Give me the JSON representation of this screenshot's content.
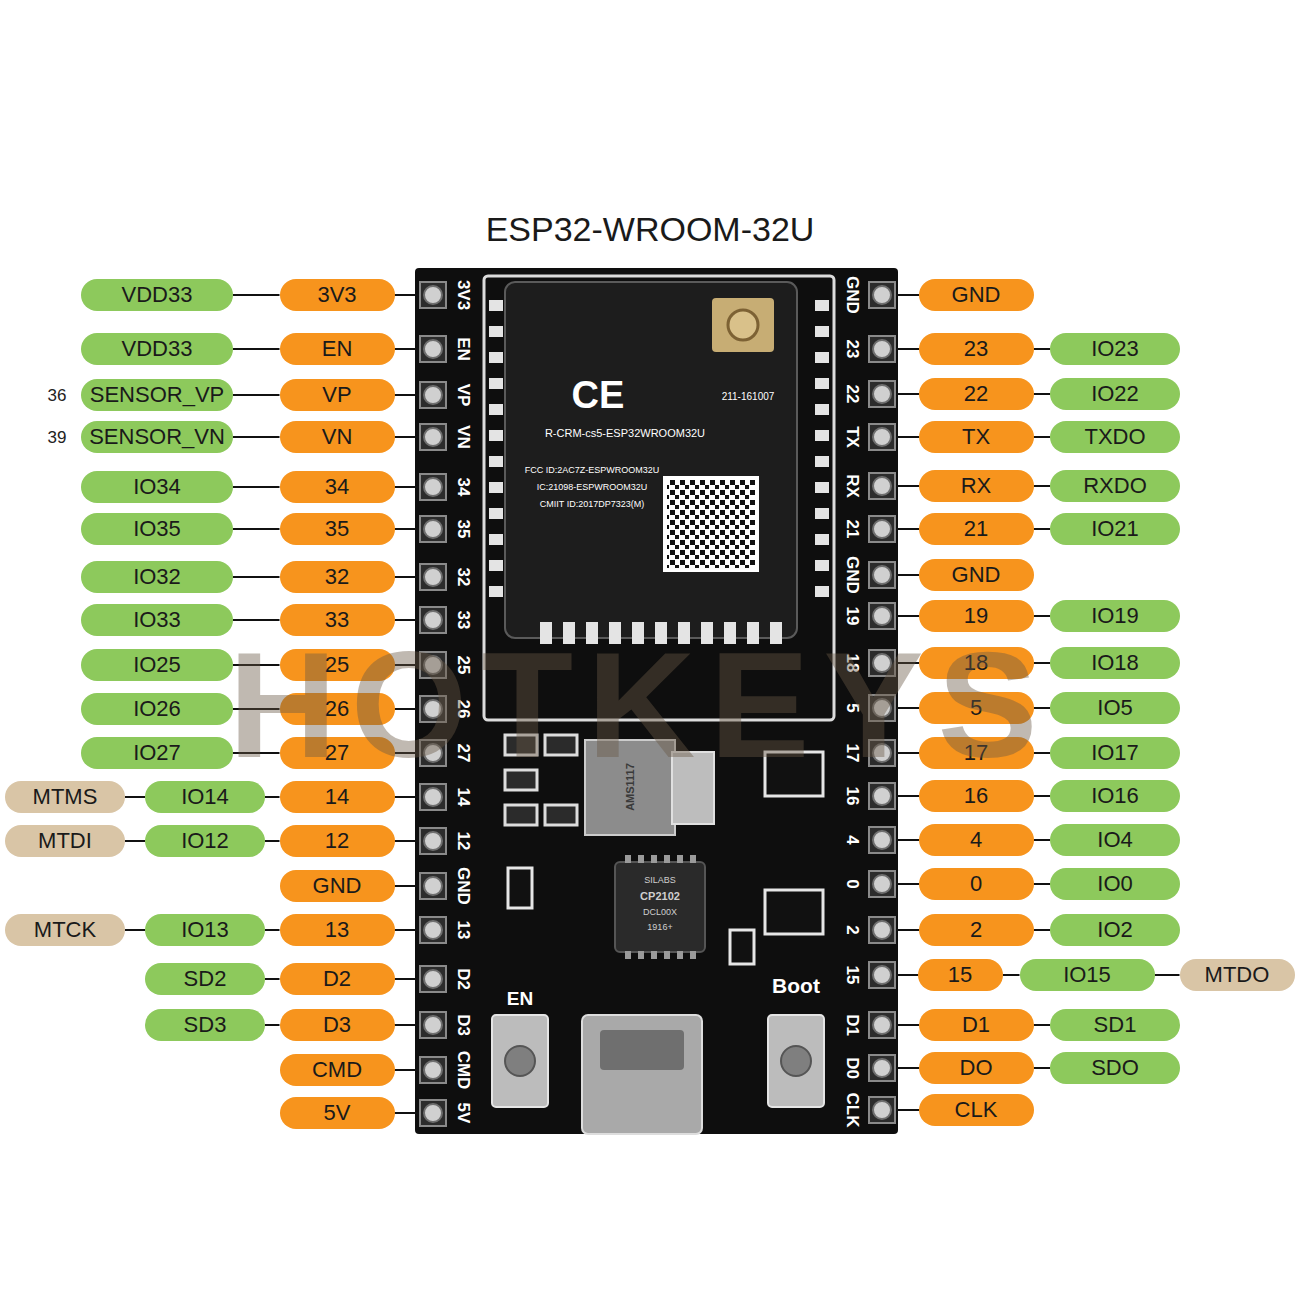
{
  "diagram": {
    "title": "ESP32-WROOM-32U",
    "nodes": [
      {
        "text": [
          "VDD33"
        ]
      },
      {
        "text": [
          "3V3"
        ]
      },
      {
        "text": [
          "VDD33"
        ]
      },
      {
        "text": [
          "EN"
        ]
      },
      {
        "text": [
          "SENSOR_VP"
        ]
      },
      {
        "text": [
          "VP"
        ]
      },
      {
        "text": [
          "SENSOR_VN"
        ]
      },
      {
        "text": [
          "VN"
        ]
      },
      {
        "text": [
          "IO34"
        ]
      },
      {
        "text": [
          "34"
        ]
      },
      {
        "text": [
          "IO35"
        ]
      },
      {
        "text": [
          "35"
        ]
      },
      {
        "text": [
          "IO32"
        ]
      },
      {
        "text": [
          "32"
        ]
      },
      {
        "text": [
          "IO33"
        ]
      },
      {
        "text": [
          "33"
        ]
      },
      {
        "text": [
          "IO25"
        ]
      },
      {
        "text": [
          "25"
        ]
      },
      {
        "text": [
          "IO26"
        ]
      },
      {
        "text": [
          "26"
        ]
      },
      {
        "text": [
          "IO27"
        ]
      },
      {
        "text": [
          "27"
        ]
      },
      {
        "text": [
          "MTMS"
        ]
      },
      {
        "text": [
          "IO14"
        ]
      },
      {
        "text": [
          "14"
        ]
      },
      {
        "text": [
          "MTDI"
        ]
      },
      {
        "text": [
          "IO12"
        ]
      },
      {
        "text": [
          "12"
        ]
      },
      {
        "text": [
          "GND"
        ]
      },
      {
        "text": [
          "MTCK"
        ]
      },
      {
        "text": [
          "IO13"
        ]
      },
      {
        "text": [
          "13"
        ]
      },
      {
        "text": [
          "SD2"
        ]
      },
      {
        "text": [
          "D2"
        ]
      },
      {
        "text": [
          "SD3"
        ]
      },
      {
        "text": [
          "D3"
        ]
      },
      {
        "text": [
          "CMD"
        ]
      },
      {
        "text": [
          "5V"
        ]
      },
      {
        "text": [
          "GND"
        ]
      },
      {
        "text": [
          "23"
        ]
      },
      {
        "text": [
          "IO23"
        ]
      },
      {
        "text": [
          "22"
        ]
      },
      {
        "text": [
          "IO22"
        ]
      },
      {
        "text": [
          "TX"
        ]
      },
      {
        "text": [
          "TXDO"
        ]
      },
      {
        "text": [
          "RX"
        ]
      },
      {
        "text": [
          "RXDO"
        ]
      },
      {
        "text": [
          "21"
        ]
      },
      {
        "text": [
          "IO21"
        ]
      },
      {
        "text": [
          "GND"
        ]
      },
      {
        "text": [
          "19"
        ]
      },
      {
        "text": [
          "IO19"
        ]
      },
      {
        "text": [
          "18"
        ]
      },
      {
        "text": [
          "IO18"
        ]
      },
      {
        "text": [
          "5"
        ]
      },
      {
        "text": [
          "IO5"
        ]
      },
      {
        "text": [
          "17"
        ]
      },
      {
        "text": [
          "IO17"
        ]
      },
      {
        "text": [
          "16"
        ]
      },
      {
        "text": [
          "IO16"
        ]
      },
      {
        "text": [
          "4"
        ]
      },
      {
        "text": [
          "IO4"
        ]
      },
      {
        "text": [
          "0"
        ]
      },
      {
        "text": [
          "IO0"
        ]
      },
      {
        "text": [
          "2"
        ]
      },
      {
        "text": [
          "IO2"
        ]
      },
      {
        "text": [
          "15"
        ]
      },
      {
        "text": [
          "IO15"
        ]
      },
      {
        "text": [
          "MTDO"
        ]
      },
      {
        "text": [
          "D1"
        ]
      },
      {
        "text": [
          "SD1"
        ]
      },
      {
        "text": [
          "DO"
        ]
      },
      {
        "text": [
          "SDO"
        ]
      },
      {
        "text": [
          "CLK"
        ]
      }
    ],
    "edges": [
      {
        "from": 0,
        "to": 1,
        "arrow": "none"
      },
      {
        "from": 2,
        "to": 3,
        "arrow": "none"
      },
      {
        "from": 4,
        "to": 5,
        "arrow": "none"
      },
      {
        "from": 6,
        "to": 7,
        "arrow": "none"
      },
      {
        "from": 8,
        "to": 9,
        "arrow": "none"
      },
      {
        "from": 10,
        "to": 11,
        "arrow": "none"
      },
      {
        "from": 12,
        "to": 13,
        "arrow": "none"
      },
      {
        "from": 14,
        "to": 15,
        "arrow": "none"
      },
      {
        "from": 16,
        "to": 17,
        "arrow": "none"
      },
      {
        "from": 18,
        "to": 19,
        "arrow": "none"
      },
      {
        "from": 20,
        "to": 21,
        "arrow": "none"
      },
      {
        "from": 22,
        "to": 23,
        "arrow": "none"
      },
      {
        "from": 23,
        "to": 24,
        "arrow": "none"
      },
      {
        "from": 25,
        "to": 26,
        "arrow": "none"
      },
      {
        "from": 26,
        "to": 27,
        "arrow": "none"
      },
      {
        "from": 29,
        "to": 30,
        "arrow": "none"
      },
      {
        "from": 30,
        "to": 31,
        "arrow": "none"
      },
      {
        "from": 32,
        "to": 33,
        "arrow": "none"
      },
      {
        "from": 34,
        "to": 35,
        "arrow": "none"
      },
      {
        "from": 39,
        "to": 40,
        "arrow": "none"
      },
      {
        "from": 41,
        "to": 42,
        "arrow": "none"
      },
      {
        "from": 43,
        "to": 44,
        "arrow": "none"
      },
      {
        "from": 45,
        "to": 46,
        "arrow": "none"
      },
      {
        "from": 47,
        "to": 48,
        "arrow": "none"
      },
      {
        "from": 50,
        "to": 51,
        "arrow": "none"
      },
      {
        "from": 52,
        "to": 53,
        "arrow": "none"
      },
      {
        "from": 54,
        "to": 55,
        "arrow": "none"
      },
      {
        "from": 56,
        "to": 57,
        "arrow": "none"
      },
      {
        "from": 58,
        "to": 59,
        "arrow": "none"
      },
      {
        "from": 60,
        "to": 61,
        "arrow": "none"
      },
      {
        "from": 62,
        "to": 63,
        "arrow": "none"
      },
      {
        "from": 64,
        "to": 65,
        "arrow": "none"
      },
      {
        "from": 66,
        "to": 67,
        "arrow": "none"
      },
      {
        "from": 67,
        "to": 68,
        "arrow": "none"
      },
      {
        "from": 69,
        "to": 70,
        "arrow": "none"
      },
      {
        "from": 71,
        "to": 72,
        "arrow": "none"
      }
    ],
    "labels": [
      "36",
      "39",
      "3V3",
      "EN",
      "VP",
      "VN",
      "34",
      "35",
      "32",
      "33",
      "25",
      "26",
      "27",
      "14",
      "12",
      "GND",
      "13",
      "D2",
      "D3",
      "CMD",
      "5V",
      "GND",
      "23",
      "22",
      "TX",
      "RX",
      "21",
      "GND",
      "19",
      "18",
      "5",
      "17",
      "16",
      "4",
      "0",
      "2",
      "15",
      "D1",
      "D0",
      "CLK",
      "EN",
      "Boot",
      "CE",
      "211-161007",
      "R-CRM-cs5-ESP32WROOM32U",
      "FCC ID:2AC7Z-ESPWROOM32U",
      "IC:21098-ESPWROOM32U",
      "CMIIT ID:2017DP7323(M)",
      "AMS1117",
      "SILABS",
      "CP2102",
      "DCL00X",
      "1916+",
      "HOTKEYS"
    ]
  }
}
